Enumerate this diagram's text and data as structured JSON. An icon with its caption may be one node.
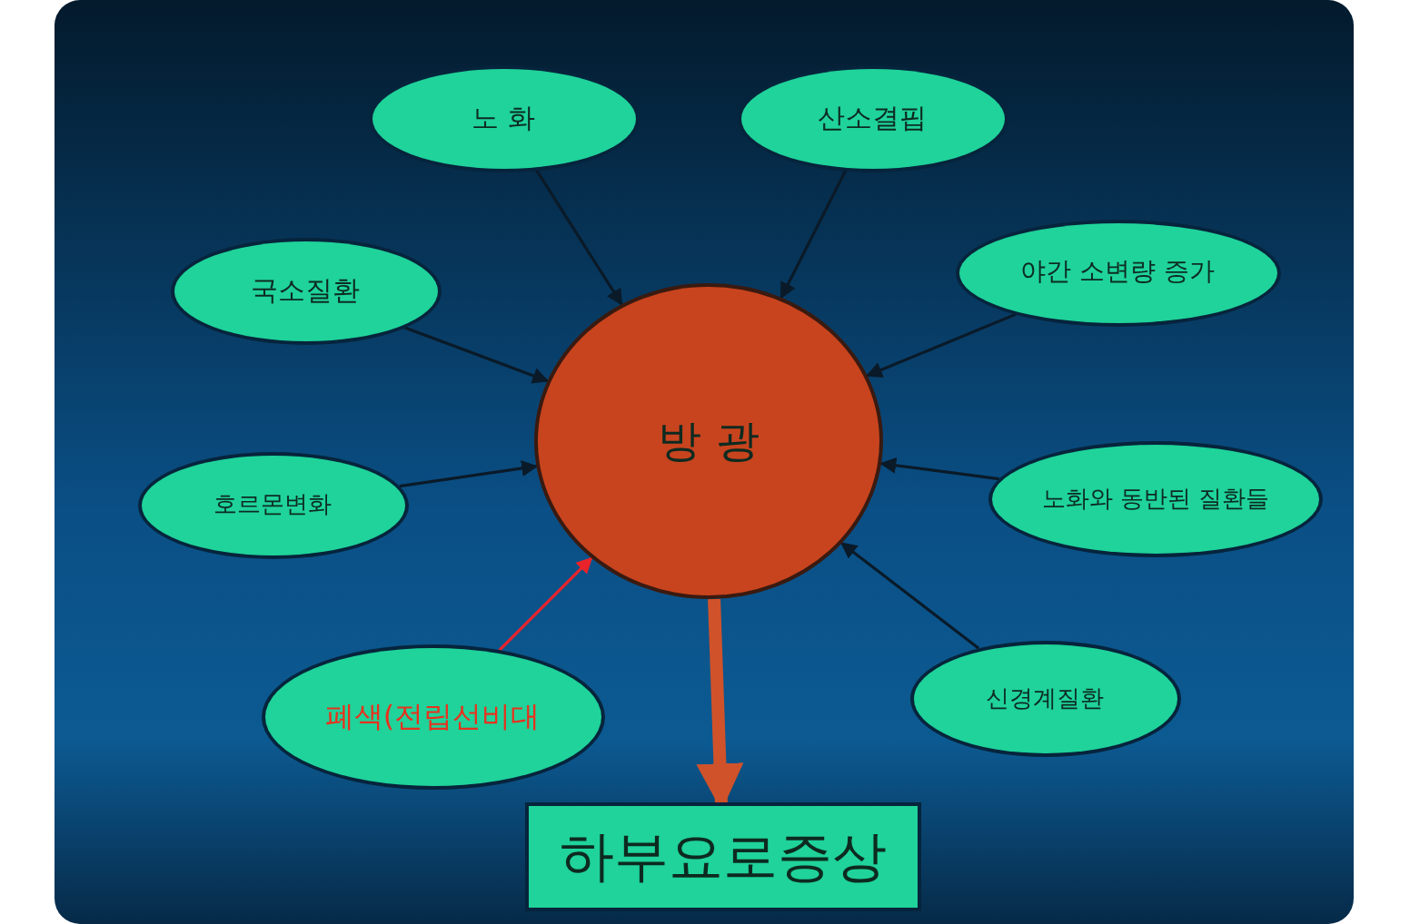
{
  "diagram": {
    "nodes": [
      {
        "text": [
          "노 화"
        ]
      },
      {
        "text": [
          "산소결핍"
        ]
      },
      {
        "text": [
          "국소질환"
        ]
      },
      {
        "text": [
          "야간 소변량 증가"
        ]
      },
      {
        "text": [
          "방 광"
        ]
      },
      {
        "text": [
          "호르몬변화"
        ]
      },
      {
        "text": [
          "노화와 동반된 질환들"
        ]
      },
      {
        "text": [
          "신경계질환"
        ]
      },
      {
        "text": [
          "폐색(전립선비대"
        ]
      },
      {
        "text": [
          "하부요로증상"
        ]
      }
    ],
    "edges": [
      {
        "from": 0,
        "to": 4,
        "arrow": "to"
      },
      {
        "from": 1,
        "to": 4,
        "arrow": "to"
      },
      {
        "from": 2,
        "to": 4,
        "arrow": "to"
      },
      {
        "from": 3,
        "to": 4,
        "arrow": "to"
      },
      {
        "from": 5,
        "to": 4,
        "arrow": "to"
      },
      {
        "from": 6,
        "to": 4,
        "arrow": "to"
      },
      {
        "from": 7,
        "to": 4,
        "arrow": "to"
      },
      {
        "from": 8,
        "to": 4,
        "arrow": "to",
        "color": "#e8242a"
      },
      {
        "from": 4,
        "to": 9,
        "arrow": "to",
        "style": "thick",
        "color": "#d0522a"
      }
    ]
  }
}
